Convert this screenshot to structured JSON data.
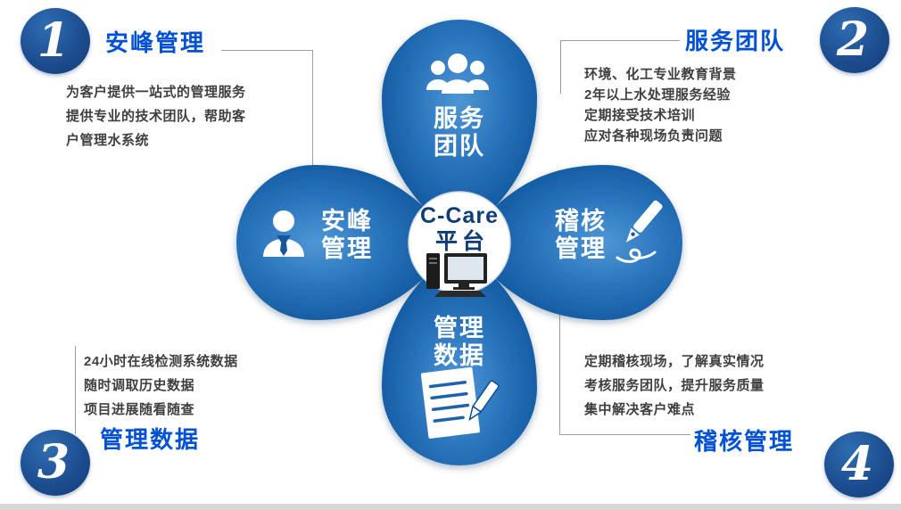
{
  "center": {
    "title": "C-Care",
    "subtitle": "平台",
    "icon": "desktop-computer-icon"
  },
  "petals": {
    "top": {
      "line1": "服务",
      "line2": "团队",
      "icon": "team-people-icon"
    },
    "left": {
      "line1": "安峰",
      "line2": "管理",
      "icon": "businessman-icon"
    },
    "right": {
      "line1": "稽核",
      "line2": "管理",
      "icon": "fountain-pen-icon"
    },
    "bottom": {
      "line1": "管理",
      "line2": "数据",
      "icon": "document-pen-icon"
    }
  },
  "sections": {
    "top_left": {
      "number": "1",
      "title": "安峰管理",
      "lines": [
        "为客户提供一站式的管理服务",
        "提供专业的技术团队，帮助客",
        "户管理水系统"
      ]
    },
    "top_right": {
      "number": "2",
      "title": "服务团队",
      "lines": [
        "环境、化工专业教育背景",
        "2年以上水处理服务经验",
        "定期接受技术培训",
        "应对各种现场负责问题"
      ]
    },
    "bottom_left": {
      "number": "3",
      "title": "管理数据",
      "lines": [
        "24小时在线检测系统数据",
        "随时调取历史数据",
        "项目进展随看随查"
      ]
    },
    "bottom_right": {
      "number": "4",
      "title": "稽核管理",
      "lines": [
        "定期稽核现场，了解真实情况",
        "考核服务团队，提升服务质量",
        "集中解决客户难点"
      ]
    }
  },
  "colors": {
    "petal_light": "#4e97d5",
    "petal_dark": "#0a4682",
    "heading_blue": "#0051d4",
    "number_badge_blue": "#1d4e91",
    "body_text": "#3f3f3f",
    "center_text_navy": "#0f3d77",
    "footer_gray": "#d8d8d8"
  }
}
